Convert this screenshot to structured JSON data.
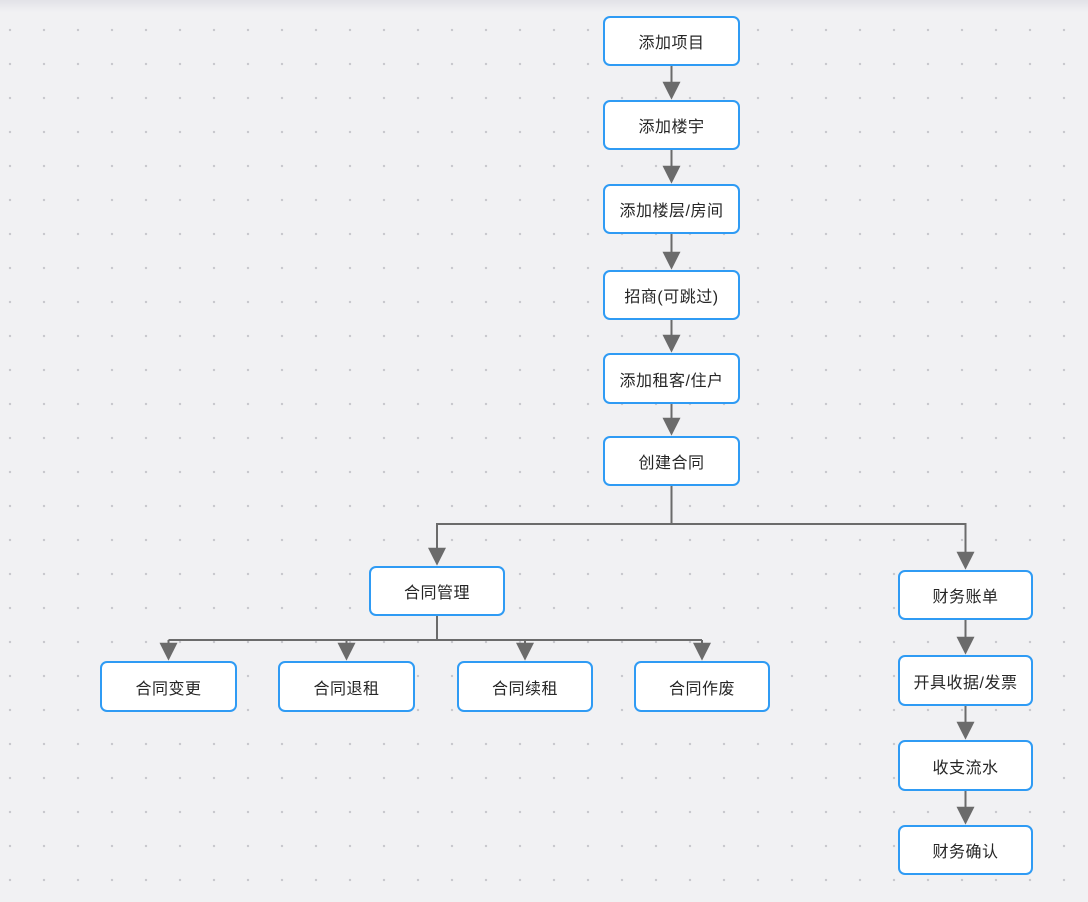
{
  "diagram": {
    "type": "flowchart",
    "colors": {
      "canvas_background": "#f1f1f3",
      "grid_dot": "#c7c7cc",
      "node_border": "#2f9bf4",
      "node_fill": "#ffffff",
      "node_text": "#262626",
      "connector": "#6b6b6b"
    }
  },
  "nodes": [
    {
      "id": "add-project",
      "label": "添加项目"
    },
    {
      "id": "add-building",
      "label": "添加楼宇"
    },
    {
      "id": "add-floor-room",
      "label": "添加楼层/房间"
    },
    {
      "id": "attract-business",
      "label": "招商(可跳过)"
    },
    {
      "id": "add-tenant-resident",
      "label": "添加租客/住户"
    },
    {
      "id": "create-contract",
      "label": "创建合同"
    },
    {
      "id": "contract-management",
      "label": "合同管理"
    },
    {
      "id": "contract-change",
      "label": "合同变更"
    },
    {
      "id": "contract-rent-termination",
      "label": "合同退租"
    },
    {
      "id": "contract-renewal",
      "label": "合同续租"
    },
    {
      "id": "contract-void",
      "label": "合同作废"
    },
    {
      "id": "financial-bills",
      "label": "财务账单"
    },
    {
      "id": "issue-receipt-invoice",
      "label": "开具收据/发票"
    },
    {
      "id": "income-expense-flow",
      "label": "收支流水"
    },
    {
      "id": "financial-confirmation",
      "label": "财务确认"
    }
  ],
  "edges": [
    {
      "from": "add-project",
      "to": "add-building"
    },
    {
      "from": "add-building",
      "to": "add-floor-room"
    },
    {
      "from": "add-floor-room",
      "to": "attract-business"
    },
    {
      "from": "attract-business",
      "to": "add-tenant-resident"
    },
    {
      "from": "add-tenant-resident",
      "to": "create-contract"
    },
    {
      "from": "create-contract",
      "to": "contract-management"
    },
    {
      "from": "create-contract",
      "to": "financial-bills"
    },
    {
      "from": "contract-management",
      "to": "contract-change"
    },
    {
      "from": "contract-management",
      "to": "contract-rent-termination"
    },
    {
      "from": "contract-management",
      "to": "contract-renewal"
    },
    {
      "from": "contract-management",
      "to": "contract-void"
    },
    {
      "from": "financial-bills",
      "to": "issue-receipt-invoice"
    },
    {
      "from": "issue-receipt-invoice",
      "to": "income-expense-flow"
    },
    {
      "from": "income-expense-flow",
      "to": "financial-confirmation"
    }
  ]
}
